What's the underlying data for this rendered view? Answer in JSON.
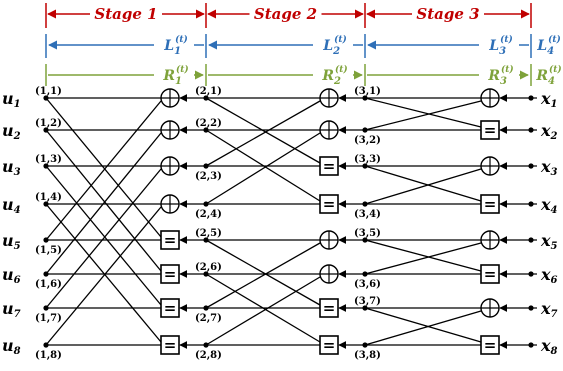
{
  "stages": [
    {
      "label": "Stage 1"
    },
    {
      "label": "Stage 2"
    },
    {
      "label": "Stage 3"
    }
  ],
  "l_labels": [
    {
      "base": "L",
      "sub": "1",
      "sup": "(t)"
    },
    {
      "base": "L",
      "sub": "2",
      "sup": "(t)"
    },
    {
      "base": "L",
      "sub": "3",
      "sup": "(t)"
    },
    {
      "base": "L",
      "sub": "4",
      "sup": "(t)"
    }
  ],
  "r_labels": [
    {
      "base": "R",
      "sub": "1",
      "sup": "(t)"
    },
    {
      "base": "R",
      "sub": "2",
      "sup": "(t)"
    },
    {
      "base": "R",
      "sub": "3",
      "sup": "(t)"
    },
    {
      "base": "R",
      "sub": "4",
      "sup": "(t)"
    }
  ],
  "inputs": [
    {
      "base": "u",
      "sub": "1"
    },
    {
      "base": "u",
      "sub": "2"
    },
    {
      "base": "u",
      "sub": "3"
    },
    {
      "base": "u",
      "sub": "4"
    },
    {
      "base": "u",
      "sub": "5"
    },
    {
      "base": "u",
      "sub": "6"
    },
    {
      "base": "u",
      "sub": "7"
    },
    {
      "base": "u",
      "sub": "8"
    }
  ],
  "outputs": [
    {
      "base": "x",
      "sub": "1"
    },
    {
      "base": "x",
      "sub": "2"
    },
    {
      "base": "x",
      "sub": "3"
    },
    {
      "base": "x",
      "sub": "4"
    },
    {
      "base": "x",
      "sub": "5"
    },
    {
      "base": "x",
      "sub": "6"
    },
    {
      "base": "x",
      "sub": "7"
    },
    {
      "base": "x",
      "sub": "8"
    }
  ],
  "node_columns": [
    {
      "labels": [
        "(1,1)",
        "(1,2)",
        "(1,3)",
        "(1,4)",
        "(1,5)",
        "(1,6)",
        "(1,7)",
        "(1,8)"
      ]
    },
    {
      "labels": [
        "(2,1)",
        "(2,2)",
        "(2,3)",
        "(2,4)",
        "(2,5)",
        "(2,6)",
        "(2,7)",
        "(2,8)"
      ]
    },
    {
      "labels": [
        "(3,1)",
        "(3,2)",
        "(3,3)",
        "(3,4)",
        "(3,5)",
        "(3,6)",
        "(3,7)",
        "(3,8)"
      ]
    }
  ],
  "check_columns": [
    [
      "xor",
      "xor",
      "xor",
      "xor",
      "eq",
      "eq",
      "eq",
      "eq"
    ],
    [
      "xor",
      "xor",
      "eq",
      "eq",
      "xor",
      "xor",
      "eq",
      "eq"
    ],
    [
      "xor",
      "eq",
      "xor",
      "eq",
      "xor",
      "eq",
      "xor",
      "eq"
    ]
  ],
  "equal_symbol": "=",
  "colors": {
    "stage": "#c00000",
    "llr_left": "#2e6fb7",
    "llr_right": "#7ea23a",
    "line": "#000000"
  }
}
